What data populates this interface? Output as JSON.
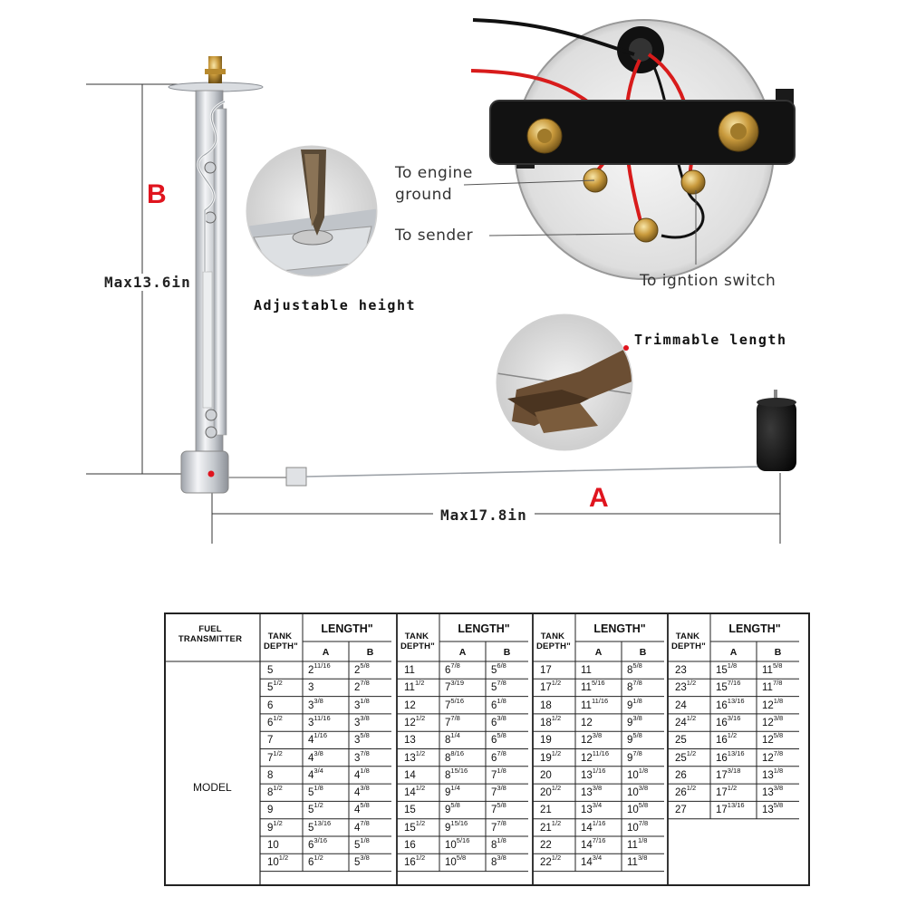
{
  "labels": {
    "dim_b_letter": "B",
    "dim_b_text": "Max13.6in",
    "dim_a_letter": "A",
    "dim_a_text": "Max17.8in",
    "adjustable_height": "Adjustable height",
    "trimmable_length": "Trimmable length",
    "to_engine_ground_1": "To engine",
    "to_engine_ground_2": "ground",
    "to_sender": "To sender",
    "to_ignition_switch": "To igntion switch"
  },
  "colors": {
    "accent_red": "#e0141e",
    "wire_red": "#d81b1b",
    "wire_black": "#111111",
    "chrome": "#c9ccd1",
    "float_black": "#141414"
  },
  "table": {
    "fuel_transmitter_1": "FUEL",
    "fuel_transmitter_2": "TRANSMITTER",
    "model_label": "MODEL",
    "tank_depth_1": "TANK",
    "tank_depth_2": "DEPTH\"",
    "length_header": "LENGTH\"",
    "col_a": "A",
    "col_b": "B",
    "groups": [
      {
        "rows": [
          [
            "5",
            "2^11/16",
            "2^5/8"
          ],
          [
            "5^1/2",
            "3",
            "2^7/8"
          ],
          [
            "6",
            "3^3/8",
            "3^1/8"
          ],
          [
            "6^1/2",
            "3^11/16",
            "3^3/8"
          ],
          [
            "7",
            "4^1/16",
            "3^5/8"
          ],
          [
            "7^1/2",
            "4^3/8",
            "3^7/8"
          ],
          [
            "8",
            "4^3/4",
            "4^1/8"
          ],
          [
            "8^1/2",
            "5^1/8",
            "4^3/8"
          ],
          [
            "9",
            "5^1/2",
            "4^5/8"
          ],
          [
            "9^1/2",
            "5^13/16",
            "4^7/8"
          ],
          [
            "10",
            "6^3/16",
            "5^1/8"
          ],
          [
            "10^1/2",
            "6^1/2",
            "5^3/8"
          ]
        ]
      },
      {
        "rows": [
          [
            "11",
            "6^7/8",
            "5^6/8"
          ],
          [
            "11^1/2",
            "7^3/19",
            "5^7/8"
          ],
          [
            "12",
            "7^5/16",
            "6^1/8"
          ],
          [
            "12^1/2",
            "7^7/8",
            "6^3/8"
          ],
          [
            "13",
            "8^1/4",
            "6^5/8"
          ],
          [
            "13^1/2",
            "8^8/16",
            "6^7/8"
          ],
          [
            "14",
            "8^15/16",
            "7^1/8"
          ],
          [
            "14^1/2",
            "9^1/4",
            "7^3/8"
          ],
          [
            "15",
            "9^5/8",
            "7^5/8"
          ],
          [
            "15^1/2",
            "9^15/16",
            "7^7/8"
          ],
          [
            "16",
            "10^5/16",
            "8^1/8"
          ],
          [
            "16^1/2",
            "10^5/8",
            "8^3/8"
          ]
        ]
      },
      {
        "rows": [
          [
            "17",
            "11",
            "8^5/8"
          ],
          [
            "17^1/2",
            "11^5/16",
            "8^7/8"
          ],
          [
            "18",
            "11^11/16",
            "9^1/8"
          ],
          [
            "18^1/2",
            "12",
            "9^3/8"
          ],
          [
            "19",
            "12^3/8",
            "9^5/8"
          ],
          [
            "19^1/2",
            "12^11/16",
            "9^7/8"
          ],
          [
            "20",
            "13^1/16",
            "10^1/8"
          ],
          [
            "20^1/2",
            "13^3/8",
            "10^3/8"
          ],
          [
            "21",
            "13^3/4",
            "10^5/8"
          ],
          [
            "21^1/2",
            "14^1/16",
            "10^7/8"
          ],
          [
            "22",
            "14^7/16",
            "11^1/8"
          ],
          [
            "22^1/2",
            "14^3/4",
            "11^3/8"
          ]
        ]
      },
      {
        "rows": [
          [
            "23",
            "15^1/8",
            "11^5/8"
          ],
          [
            "23^1/2",
            "15^7/16",
            "11^7/8"
          ],
          [
            "24",
            "16^13/16",
            "12^1/8"
          ],
          [
            "24^1/2",
            "16^3/16",
            "12^3/8"
          ],
          [
            "25",
            "16^1/2",
            "12^5/8"
          ],
          [
            "25^1/2",
            "16^13/16",
            "12^7/8"
          ],
          [
            "26",
            "17^3/18",
            "13^1/8"
          ],
          [
            "26^1/2",
            "17^1/2",
            "13^3/8"
          ],
          [
            "27",
            "17^13/16",
            "13^5/8"
          ]
        ]
      }
    ]
  }
}
